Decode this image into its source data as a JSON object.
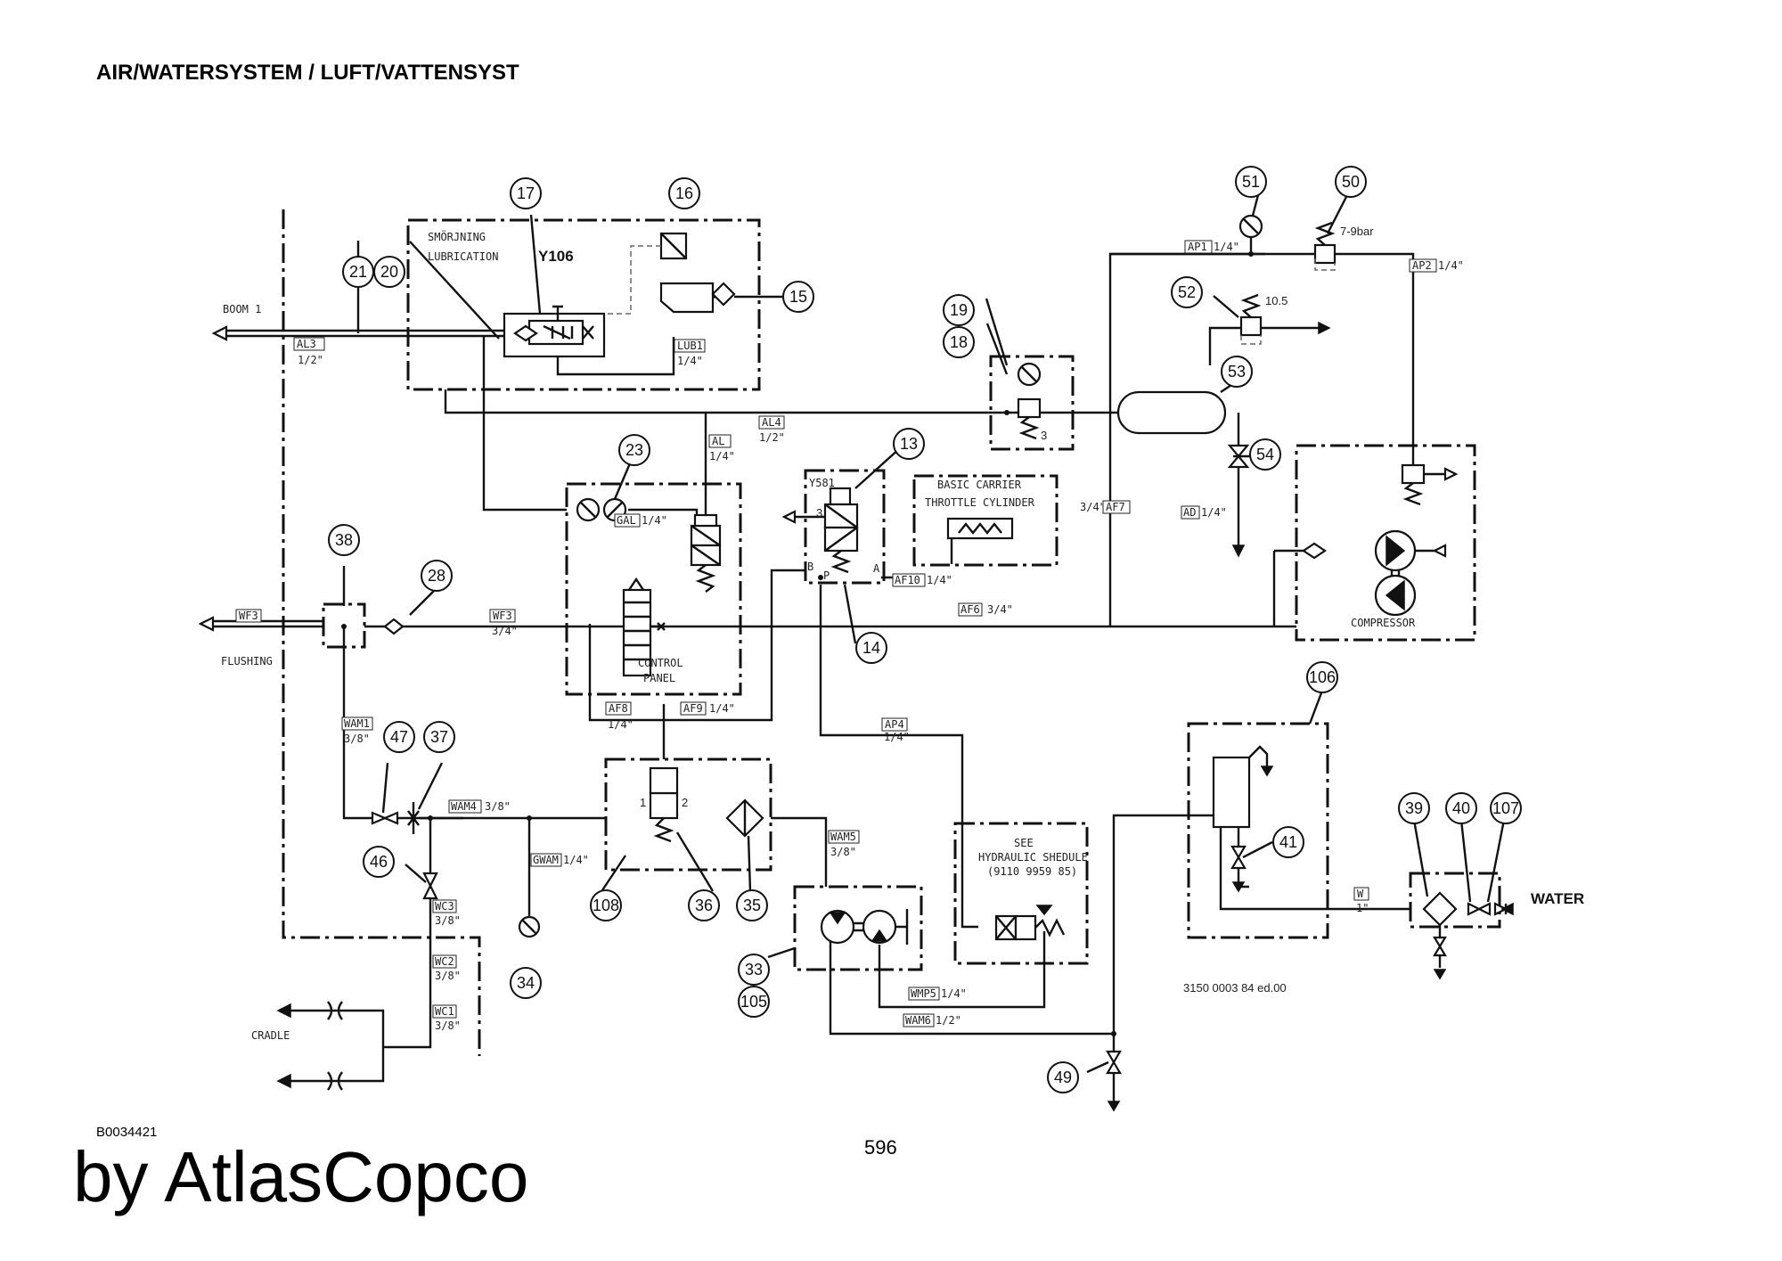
{
  "title": "AIR/WATERSYSTEM / LUFT/VATTENSYST",
  "doc_id": "B0034421",
  "brand": "by AtlasCopco",
  "page_number": "596",
  "drawing_number": "3150 0003 84 ed.00",
  "texts": {
    "boom": "BOOM 1",
    "flushing": "FLUSHING",
    "cradle": "CRADLE",
    "water": "WATER",
    "lub_sv": "SMÖRJNING",
    "lub_en": "LUBRICATION",
    "y106": "Y106",
    "y581": "Y581",
    "basic_carrier": "BASIC CARRIER",
    "throttle_cyl": "THROTTLE CYLINDER",
    "control_panel_1": "CONTROL",
    "control_panel_2": "PANEL",
    "compressor": "COMPRESSOR",
    "see": "SEE",
    "hyd_schedule": "HYDRAULIC SHEDULE",
    "hyd_no": "(9110 9959 85)",
    "p_79": "7-9bar",
    "p_105": "10.5",
    "p_3": "3",
    "port_1": "1",
    "port_2": "2",
    "port_3": "3",
    "port_p": "P",
    "port_a": "A",
    "port_b": "B"
  },
  "line_labels": [
    {
      "id": "AL3",
      "size": "1/2\""
    },
    {
      "id": "LUB1",
      "size": "1/4\""
    },
    {
      "id": "AL4",
      "size": "1/2\""
    },
    {
      "id": "AL",
      "size": "1/4\""
    },
    {
      "id": "GAL",
      "size": "1/4\""
    },
    {
      "id": "AP1",
      "size": "1/4\""
    },
    {
      "id": "AP2",
      "size": "1/4\""
    },
    {
      "id": "AF7",
      "size": "3/4\""
    },
    {
      "id": "AD",
      "size": "1/4\""
    },
    {
      "id": "AF10",
      "size": "1/4\""
    },
    {
      "id": "AF6",
      "size": "3/4\""
    },
    {
      "id": "WF3",
      "size": ""
    },
    {
      "id": "WF3",
      "size": "3/4\""
    },
    {
      "id": "AF8",
      "size": "1/4\""
    },
    {
      "id": "AF9",
      "size": "1/4\""
    },
    {
      "id": "AP4",
      "size": "1/4\""
    },
    {
      "id": "WAM1",
      "size": "3/8\""
    },
    {
      "id": "WAM4",
      "size": "3/8\""
    },
    {
      "id": "GWAM",
      "size": "1/4\""
    },
    {
      "id": "WAM5",
      "size": "3/8\""
    },
    {
      "id": "WC3",
      "size": "3/8\""
    },
    {
      "id": "WC2",
      "size": "3/8\""
    },
    {
      "id": "WC1",
      "size": "3/8\""
    },
    {
      "id": "WMP5",
      "size": "1/4\""
    },
    {
      "id": "WAM6",
      "size": "1/2\""
    },
    {
      "id": "W",
      "size": "1\""
    }
  ],
  "callouts": [
    "17",
    "16",
    "21",
    "20",
    "15",
    "19",
    "18",
    "51",
    "50",
    "52",
    "53",
    "54",
    "23",
    "13",
    "14",
    "38",
    "28",
    "47",
    "37",
    "46",
    "34",
    "108",
    "36",
    "35",
    "33",
    "105",
    "106",
    "41",
    "39",
    "40",
    "107",
    "49"
  ],
  "colors": {
    "ink": "#111111",
    "paper": "#ffffff"
  }
}
